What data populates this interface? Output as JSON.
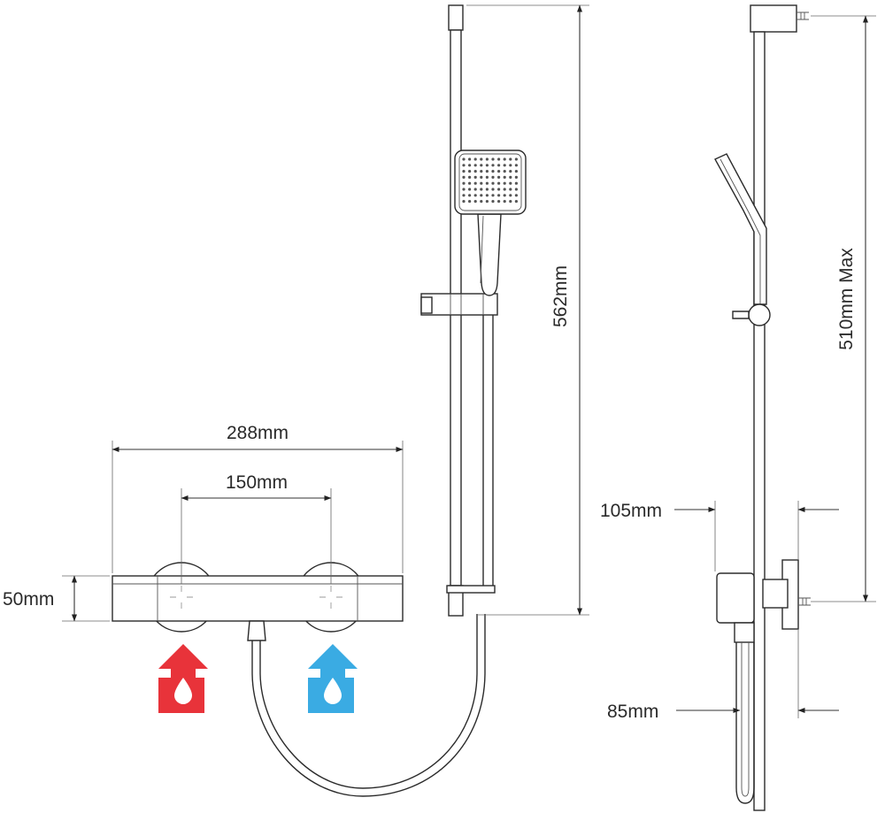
{
  "dimensions": {
    "width_overall": "288mm",
    "centres": "150mm",
    "body_height": "50mm",
    "rail_length": "562mm",
    "rail_projection_max": "510mm Max",
    "projection_upper": "105mm",
    "projection_lower": "85mm"
  },
  "colors": {
    "hot": "#e8333a",
    "cold": "#3aabe3",
    "line": "#2b2b2b"
  },
  "icons": {
    "hot_inlet": "hot-water-inlet-icon",
    "cold_inlet": "cold-water-inlet-icon"
  }
}
